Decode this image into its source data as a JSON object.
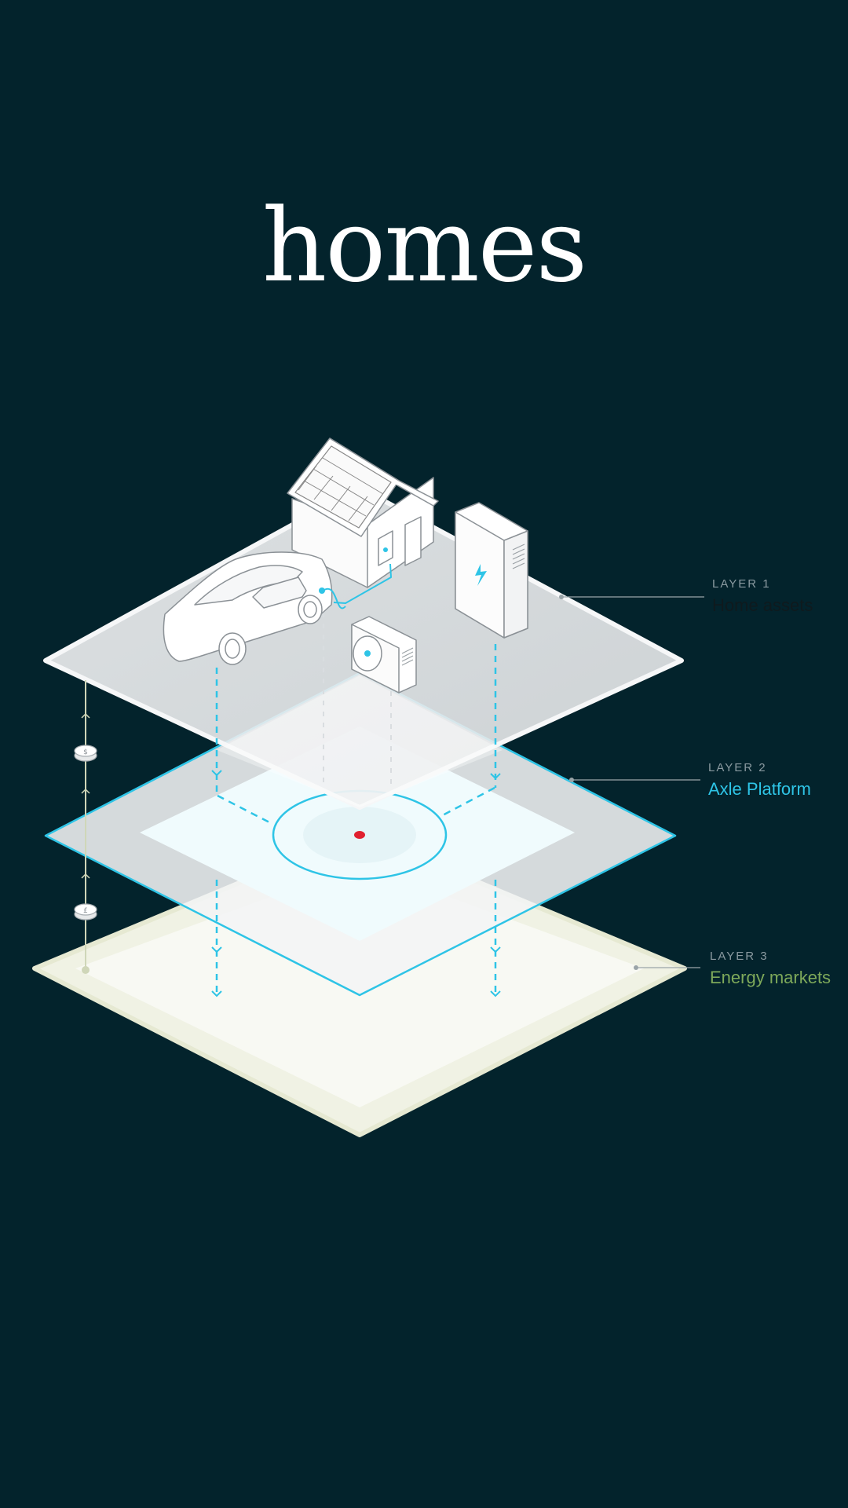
{
  "page": {
    "title": "homes"
  },
  "layers": [
    {
      "kicker": "LAYER 1",
      "name": "Home assets",
      "color": "#0f1a1e"
    },
    {
      "kicker": "LAYER 2",
      "name": "Axle Platform",
      "color": "#2ec4e6"
    },
    {
      "kicker": "LAYER 3",
      "name": "Energy markets",
      "color": "#7ea95a"
    }
  ],
  "icons": {
    "house": "house-with-solar-icon",
    "car": "electric-car-icon",
    "battery": "home-battery-icon",
    "heat_pump": "heat-pump-icon",
    "coin_dollar": "$",
    "coin_pound": "£",
    "platform_center": "platform-core-icon"
  },
  "colors": {
    "background": "#03232c",
    "accent": "#2ec4e6",
    "market": "#7ea95a",
    "core": "#e0202f"
  }
}
